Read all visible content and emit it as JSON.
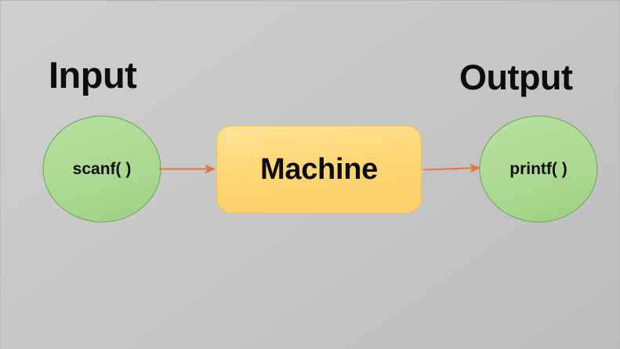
{
  "slide": {
    "background_color": "#c6c6c6",
    "title_left": "Input",
    "title_right": "Output"
  },
  "diagram": {
    "type": "flow",
    "nodes": [
      {
        "id": "input-node",
        "label": "scanf( )",
        "shape": "ellipse",
        "fill": "#aedb93",
        "stroke": "#7ba866",
        "text_color": "#0d0d0d"
      },
      {
        "id": "process-node",
        "label": "Machine",
        "shape": "rounded-rect",
        "fill": "#ffd878",
        "stroke": "#f0c25a",
        "text_color": "#0d0d0d"
      },
      {
        "id": "output-node",
        "label": "printf( )",
        "shape": "ellipse",
        "fill": "#aedb93",
        "stroke": "#7ba866",
        "text_color": "#0d0d0d"
      }
    ],
    "edges": [
      {
        "id": "edge-input-to-machine",
        "from": "input-node",
        "to": "process-node",
        "color": "#e0773f",
        "arrowhead": "filled-triangle"
      },
      {
        "id": "edge-machine-to-output",
        "from": "process-node",
        "to": "output-node",
        "color": "#e0773f",
        "arrowhead": "filled-triangle"
      }
    ]
  }
}
